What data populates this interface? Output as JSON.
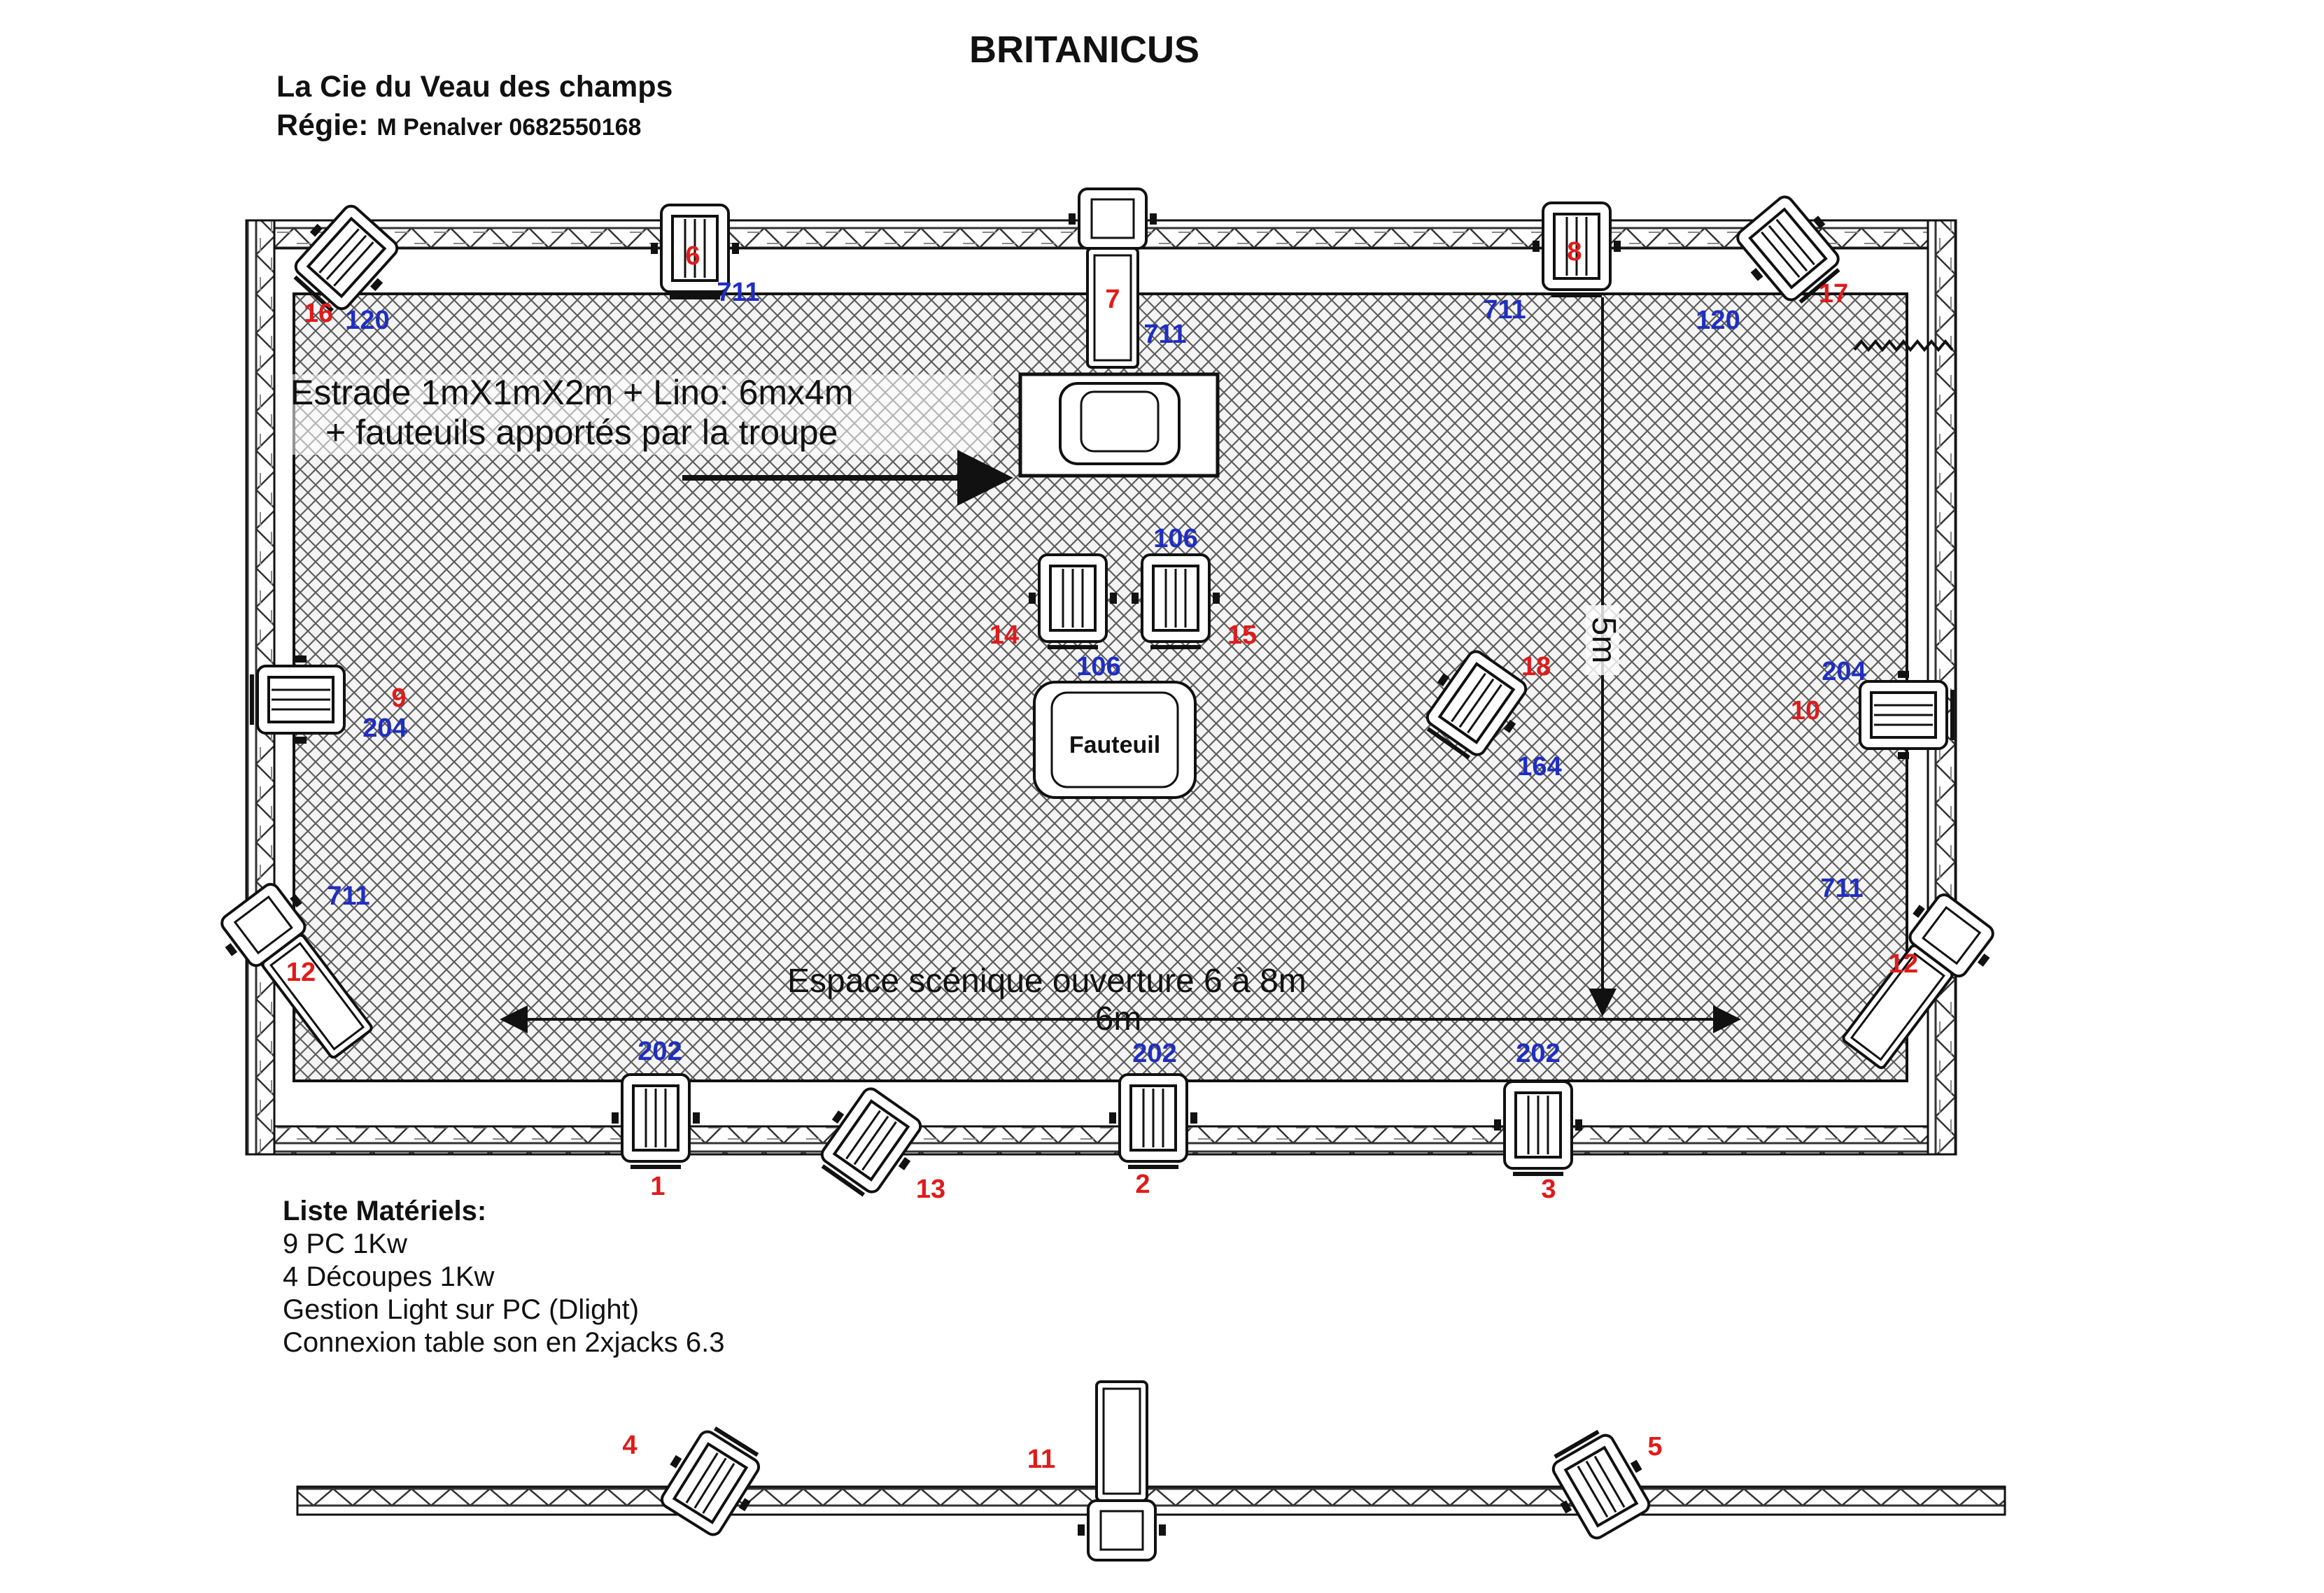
{
  "title": "BRITANICUS",
  "company": "La Cie du Veau des champs",
  "regie": {
    "label": "Régie:",
    "contact": "M Penalver 0682550168"
  },
  "annotations": {
    "estrade_line1": "Estrade 1mX1mX2m + Lino: 6mx4m",
    "estrade_line2": "+ fauteuils apportés par la troupe",
    "espace": "Espace scénique ouverture 6 à 8m",
    "width": "6m",
    "depth": "5m",
    "fauteuil": "Fauteuil"
  },
  "materials": {
    "heading": "Liste Matériels:",
    "items": [
      "9 PC 1Kw",
      "4 Découpes 1Kw",
      "Gestion Light sur PC (Dlight)",
      "Connexion table son en 2xjacks 6.3"
    ]
  },
  "colors": {
    "number": "#e01b1b",
    "gel": "#1f2ec2",
    "line": "#111111",
    "floor": "#c9c9c9"
  },
  "fixtures": [
    {
      "id": "f16",
      "number": "16",
      "gel": "120",
      "type": "pc"
    },
    {
      "id": "f6",
      "number": "6",
      "gel": "711",
      "type": "pc"
    },
    {
      "id": "f7",
      "number": "7",
      "gel": "711",
      "type": "decoupe"
    },
    {
      "id": "f8",
      "number": "8",
      "gel": "711",
      "type": "pc"
    },
    {
      "id": "f17",
      "number": "17",
      "gel": "120",
      "type": "pc"
    },
    {
      "id": "f14",
      "number": "14",
      "gel": "106",
      "type": "pc"
    },
    {
      "id": "f15",
      "number": "15",
      "gel": "106",
      "type": "pc"
    },
    {
      "id": "f9",
      "number": "9",
      "gel": "204",
      "type": "pc"
    },
    {
      "id": "f10",
      "number": "10",
      "gel": "204",
      "type": "pc"
    },
    {
      "id": "f18",
      "number": "18",
      "gel": "164",
      "type": "pc"
    },
    {
      "id": "f12l",
      "number": "12",
      "gel": "711",
      "type": "decoupe"
    },
    {
      "id": "f12r",
      "number": "12",
      "gel": "711",
      "type": "decoupe"
    },
    {
      "id": "f1",
      "number": "1",
      "gel": "202",
      "type": "pc"
    },
    {
      "id": "f2",
      "number": "2",
      "gel": "202",
      "type": "pc"
    },
    {
      "id": "f3",
      "number": "3",
      "gel": "202",
      "type": "pc"
    },
    {
      "id": "f13",
      "number": "13",
      "gel": "",
      "type": "pc"
    },
    {
      "id": "f4",
      "number": "4",
      "gel": "",
      "type": "pc"
    },
    {
      "id": "f11",
      "number": "11",
      "gel": "",
      "type": "decoupe"
    },
    {
      "id": "f5",
      "number": "5",
      "gel": "",
      "type": "pc"
    }
  ]
}
